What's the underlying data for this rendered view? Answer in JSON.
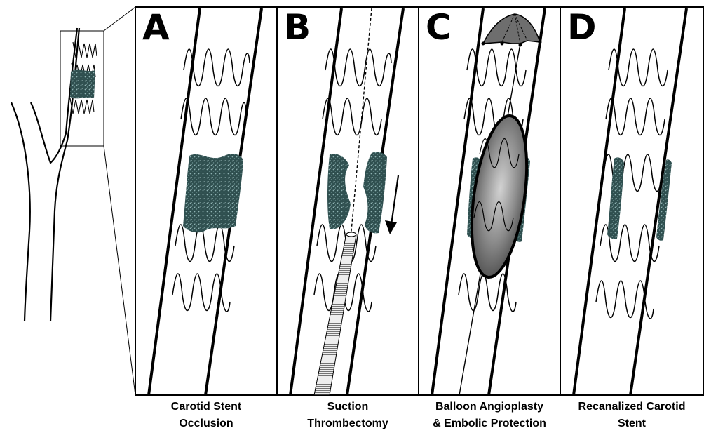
{
  "colors": {
    "line": "#000000",
    "clot": "#2f4f4f",
    "clot_speck": "#7fa8a8",
    "balloon": "#777777",
    "umbrella": "#6e6e6e",
    "catheter": "#d0d0d0",
    "background": "#ffffff"
  },
  "panels": [
    {
      "letter": "A",
      "caption_line1": "Carotid Stent",
      "caption_line2": "Occlusion"
    },
    {
      "letter": "B",
      "caption_line1": "Suction",
      "caption_line2": "Thrombectomy"
    },
    {
      "letter": "C",
      "caption_line1": "Balloon Angioplasty",
      "caption_line2": "& Embolic Protection"
    },
    {
      "letter": "D",
      "caption_line1": "Recanalized Carotid",
      "caption_line2": "Stent"
    }
  ]
}
